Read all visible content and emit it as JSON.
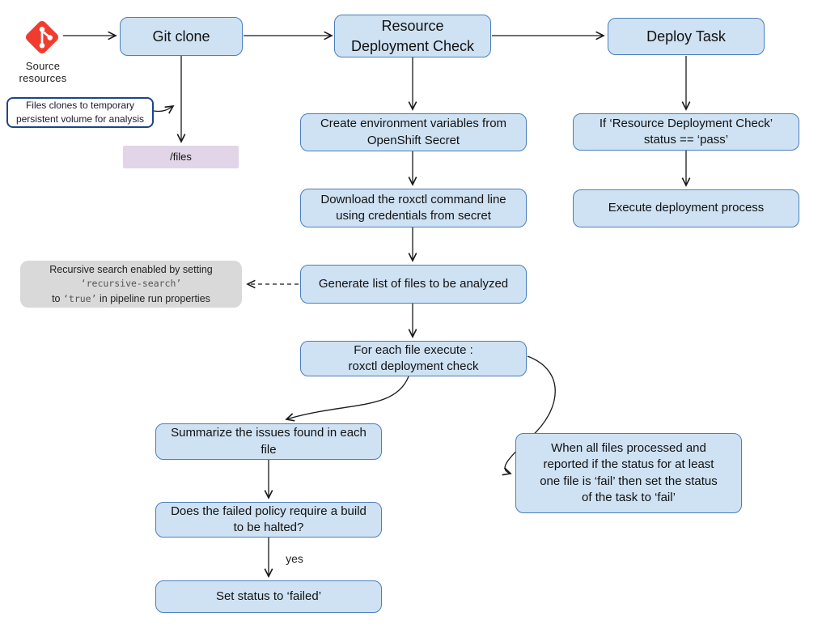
{
  "labels": {
    "source_resources": "Source\nresources",
    "yes": "yes"
  },
  "nodes": {
    "git_clone": "Git clone",
    "resource_deployment_check": "Resource\nDeployment Check",
    "deploy_task": "Deploy Task",
    "files_volume": "/files",
    "create_env": "Create environment variables from\nOpenShift Secret",
    "download_roxctl": "Download the roxctl command line\nusing credentials from secret",
    "generate_list": "Generate list of files to be analyzed",
    "for_each_file": "For each file execute :\nroxctl deployment check",
    "if_status_pass": "If ‘Resource Deployment Check’\nstatus == ‘pass’",
    "execute_deployment": "Execute deployment process",
    "summarize_issues": "Summarize the issues found in each\nfile",
    "failed_policy_question": "Does the failed policy require a build\nto be halted?",
    "set_status_failed": "Set status to ‘failed’",
    "when_all_files": "When all files processed and\nreported if the status for at least\none file is ‘fail’ then  set the status\nof the task to ‘fail’"
  },
  "callouts": {
    "files_clone": "Files clones to temporary\npersistent volume for analysis",
    "recursive": {
      "line1": "Recursive search enabled by setting",
      "line2": "‘recursive-search’",
      "line3_prefix": "to ",
      "line3_mono": "‘true’",
      "line3_suffix": " in pipeline run properties"
    }
  },
  "icons": {
    "git_logo": "git-logo-icon"
  },
  "colors": {
    "node_fill": "#cfe2f3",
    "node_border": "#4a7ebb",
    "purple_fill": "#e1d5e7",
    "gray_fill": "#d9d9d9",
    "callout_border": "#1c4587",
    "git_red": "#f03c2e",
    "arrow_color": "#1a1a1a"
  }
}
